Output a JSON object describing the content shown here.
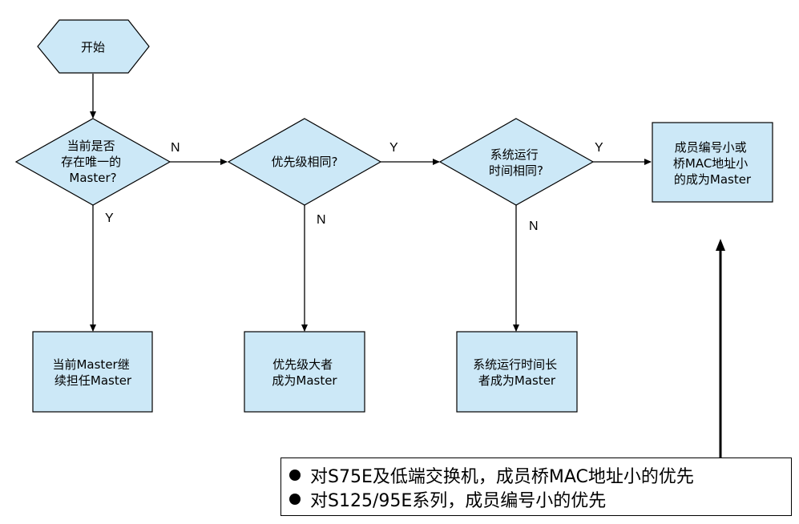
{
  "colors": {
    "fill": "#CCE8F7",
    "stroke": "#000000"
  },
  "nodes": {
    "start": [
      "开始"
    ],
    "decision_unique": [
      "当前是否",
      "存在唯一的",
      "Master?"
    ],
    "decision_priority": [
      "优先级相同?"
    ],
    "decision_uptime": [
      "系统运行",
      "时间相同?"
    ],
    "result_mac": [
      "成员编号小或",
      "桥MAC地址小",
      "的成为Master"
    ],
    "result_current": [
      "当前Master继",
      "续担任Master"
    ],
    "result_priority": [
      "优先级大者",
      "成为Master"
    ],
    "result_uptime": [
      "系统运行时间长",
      "者成为Master"
    ]
  },
  "edge_labels": {
    "unique_no": "N",
    "unique_yes": "Y",
    "priority_yes": "Y",
    "priority_no": "N",
    "uptime_yes": "Y",
    "uptime_no": "N"
  },
  "note": {
    "lines": [
      "对S75E及低端交换机，成员桥MAC地址小的优先",
      "对S125/95E系列，成员编号小的优先"
    ]
  }
}
